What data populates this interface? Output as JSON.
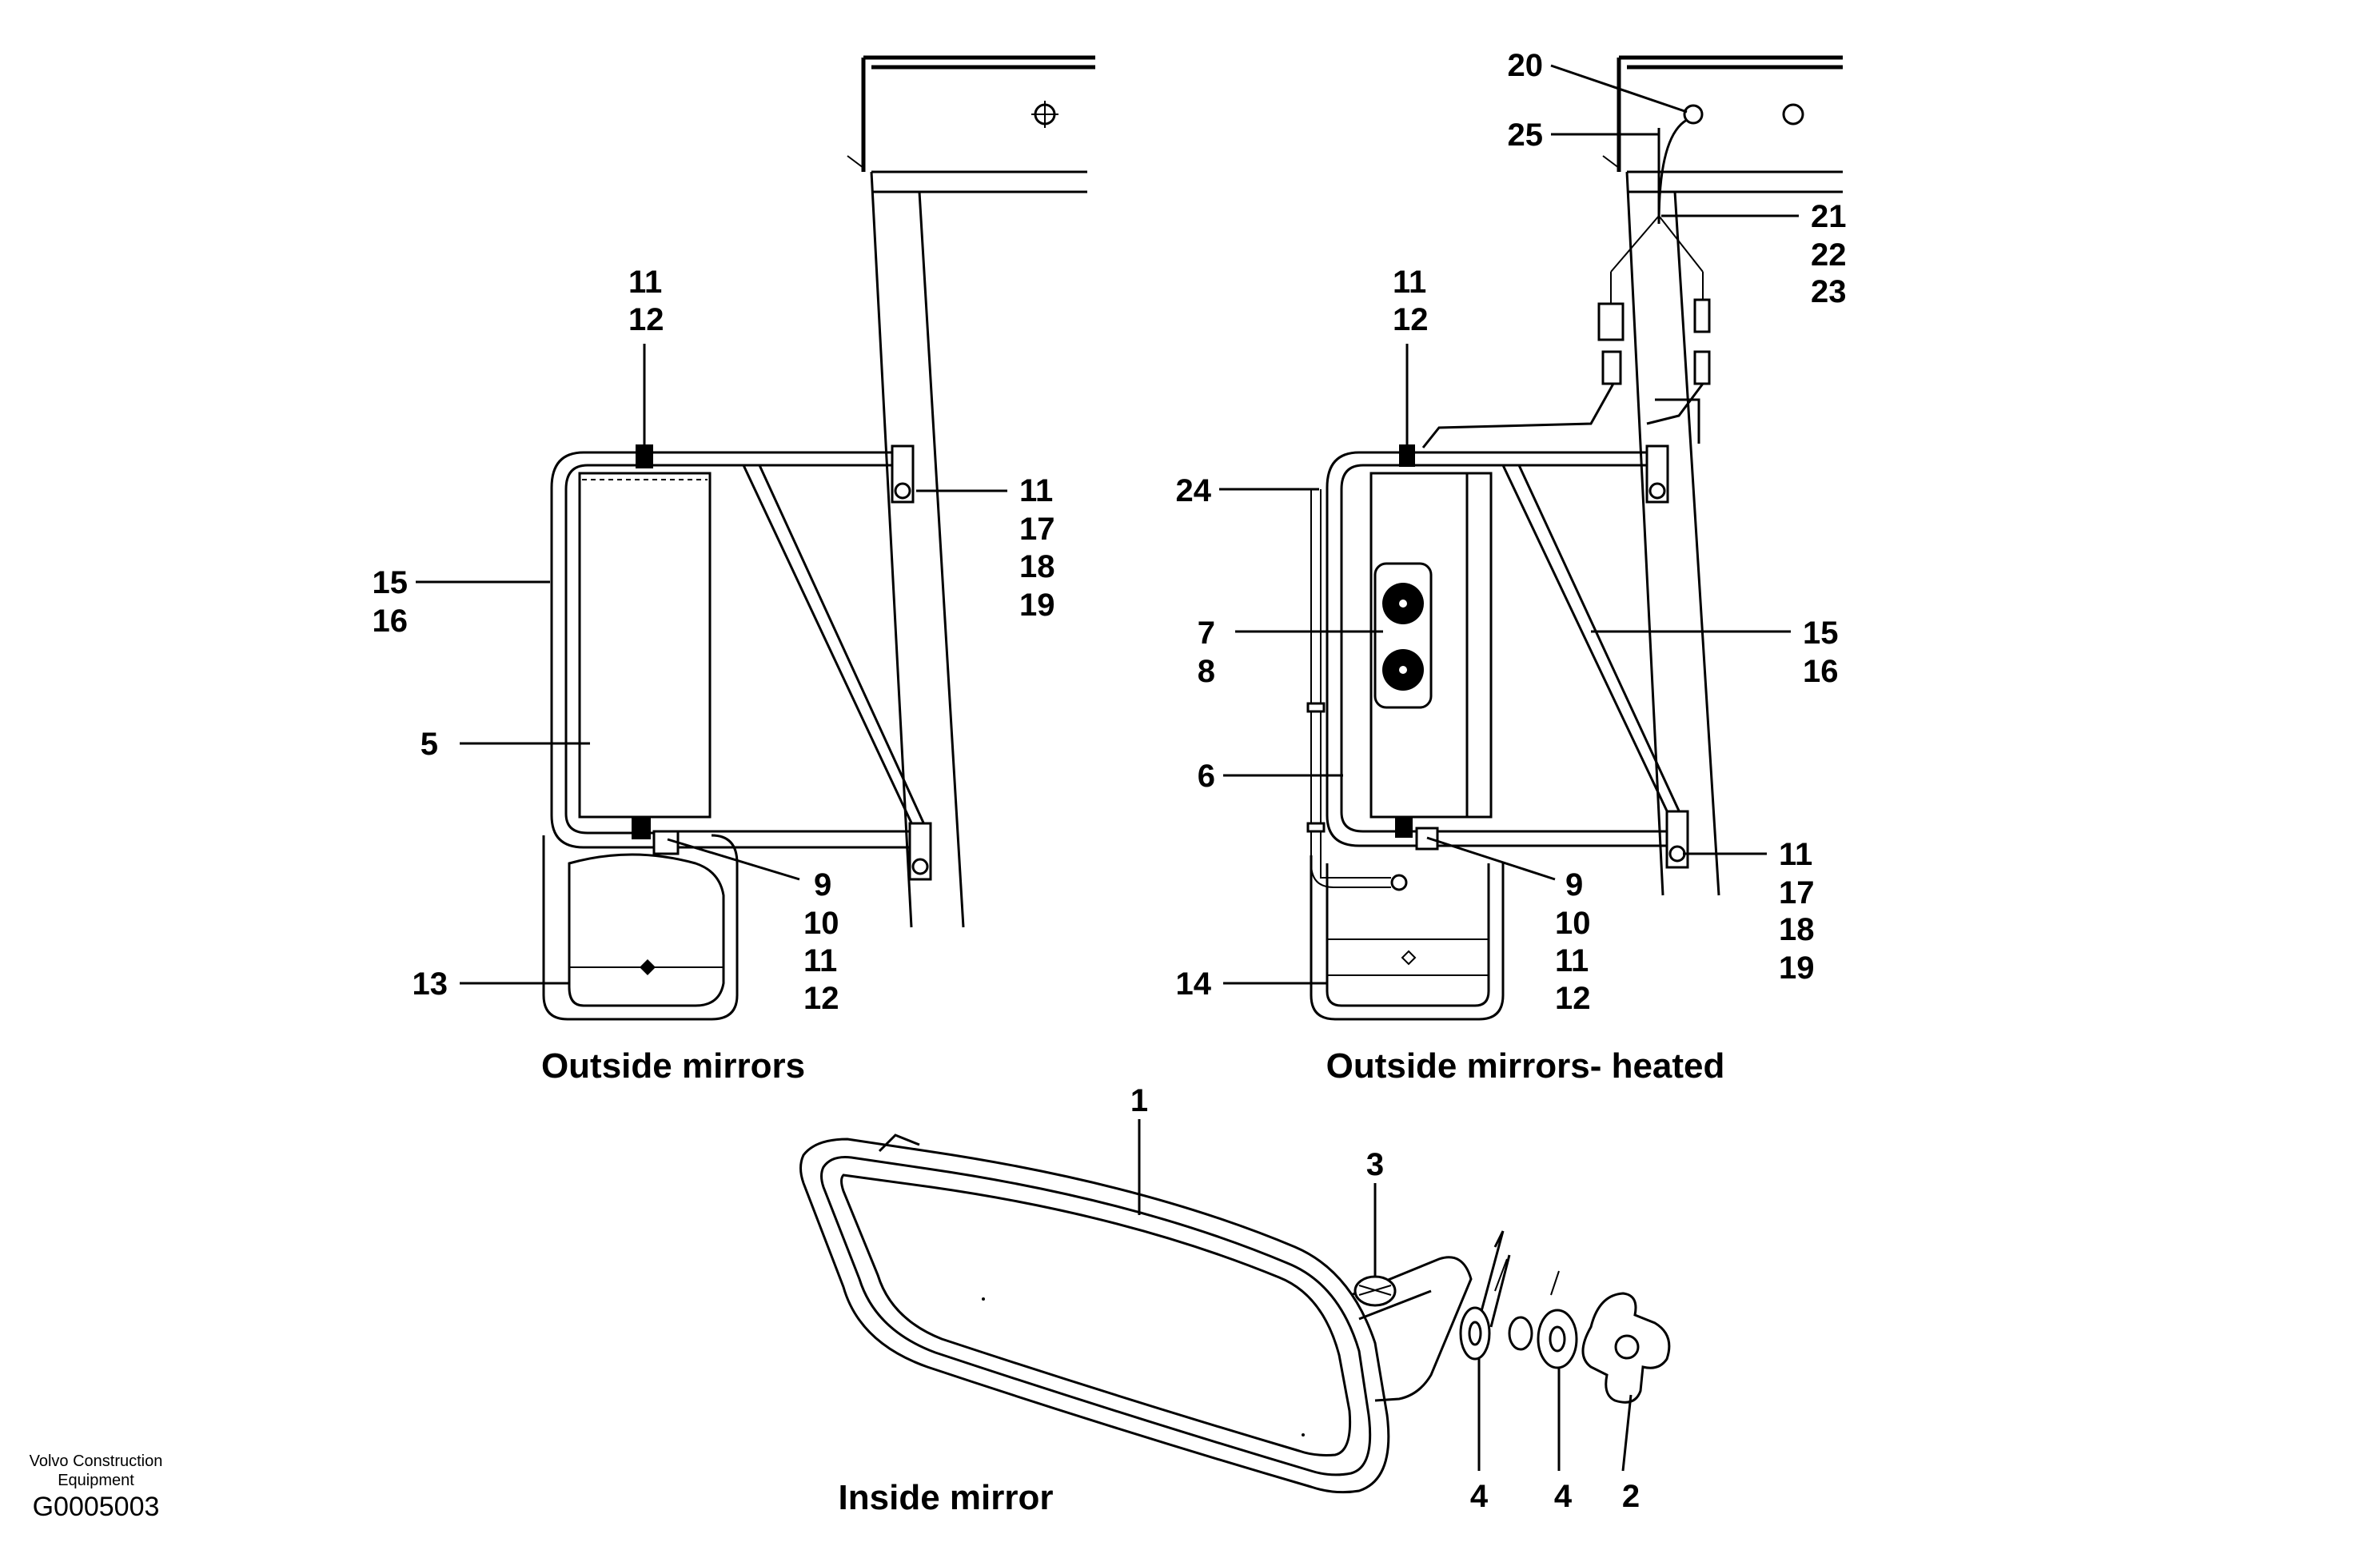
{
  "captions": {
    "outside": "Outside mirrors",
    "heated": "Outside mirrors- heated",
    "inside": "Inside mirror"
  },
  "footer": {
    "maker_line1": "Volvo Construction",
    "maker_line2": "Equipment",
    "code": "G0005003"
  },
  "callouts": {
    "left_top_a": "11",
    "left_top_b": "12",
    "left_r1_a": "11",
    "left_r1_b": "17",
    "left_r1_c": "18",
    "left_r1_d": "19",
    "left_15": "15",
    "left_16": "16",
    "left_5": "5",
    "left_bot_a": "9",
    "left_bot_b": "10",
    "left_bot_c": "11",
    "left_bot_d": "12",
    "left_13": "13",
    "right_20": "20",
    "right_25": "25",
    "right_21": "21",
    "right_22": "22",
    "right_23": "23",
    "right_top_a": "11",
    "right_top_b": "12",
    "right_24": "24",
    "right_7": "7",
    "right_8": "8",
    "right_15": "15",
    "right_16": "16",
    "right_6": "6",
    "right_r2_a": "11",
    "right_r2_b": "17",
    "right_r2_c": "18",
    "right_r2_d": "19",
    "right_bot_a": "9",
    "right_bot_b": "10",
    "right_bot_c": "11",
    "right_bot_d": "12",
    "right_14": "14",
    "inside_1": "1",
    "inside_3": "3",
    "inside_4a": "4",
    "inside_4b": "4",
    "inside_2": "2"
  }
}
